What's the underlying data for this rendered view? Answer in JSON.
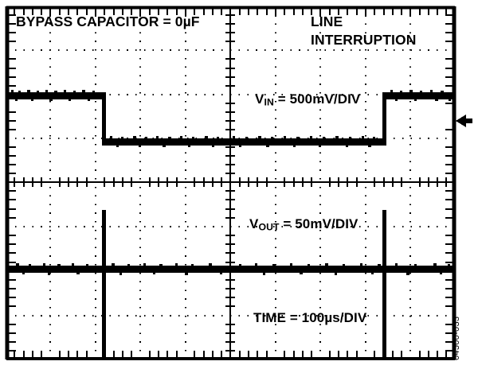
{
  "figure": {
    "id_text": "04500-033",
    "type": "oscilloscope-capture"
  },
  "annotations": {
    "bypass_capacitor": "BYPASS CAPACITOR = 0µF",
    "line_interruption_line1": "LINE",
    "line_interruption_line2": "INTERRUPTION",
    "vin_prefix": "V",
    "vin_subscript": "IN",
    "vin_suffix": " = 500mV/DIV",
    "vout_prefix": "V",
    "vout_subscript": "OUT",
    "vout_suffix": " = 50mV/DIV",
    "time_scale": "TIME = 100µs/DIV"
  },
  "colors": {
    "trace": "#000000",
    "grid": "#000000",
    "background": "#ffffff"
  },
  "chart_data": {
    "type": "line",
    "title": "BYPASS CAPACITOR = 0µF",
    "xlabel": "TIME = 100µs/DIV",
    "ylabel": "",
    "grid": true,
    "legend": "none",
    "divisions": {
      "horizontal": 10,
      "vertical": 8
    },
    "scales": {
      "time_per_div": "100µs",
      "vin_per_div": "500mV",
      "vout_per_div": "50mV"
    },
    "xlim": [
      0,
      1000
    ],
    "xunit": "µs",
    "series": [
      {
        "name": "V_IN = 500mV/DIV",
        "volts_per_div": 0.5,
        "description": "Line interruption: supply drops one division (500mV) then recovers",
        "x": [
          0,
          218,
          218,
          843,
          843,
          1000
        ],
        "y": [
          0,
          0,
          -0.5,
          -0.5,
          0,
          0
        ],
        "yunit": "V (relative)"
      },
      {
        "name": "V_OUT = 50mV/DIV",
        "volts_per_div": 0.05,
        "description": "Output stays flat at baseline with narrow transient spikes at each input edge",
        "x": [
          0,
          218,
          218,
          218,
          843,
          843,
          843,
          1000
        ],
        "y": [
          0,
          0,
          0.09,
          0,
          0,
          0.09,
          0,
          0
        ],
        "yunit": "V (relative)"
      }
    ],
    "markers": [
      {
        "name": "trigger-level-arrow",
        "edge": "right",
        "y_div_from_top": 2.5
      }
    ],
    "events": [
      {
        "label": "LINE INTERRUPTION start",
        "x": 218
      },
      {
        "label": "LINE INTERRUPTION end",
        "x": 843
      }
    ]
  }
}
